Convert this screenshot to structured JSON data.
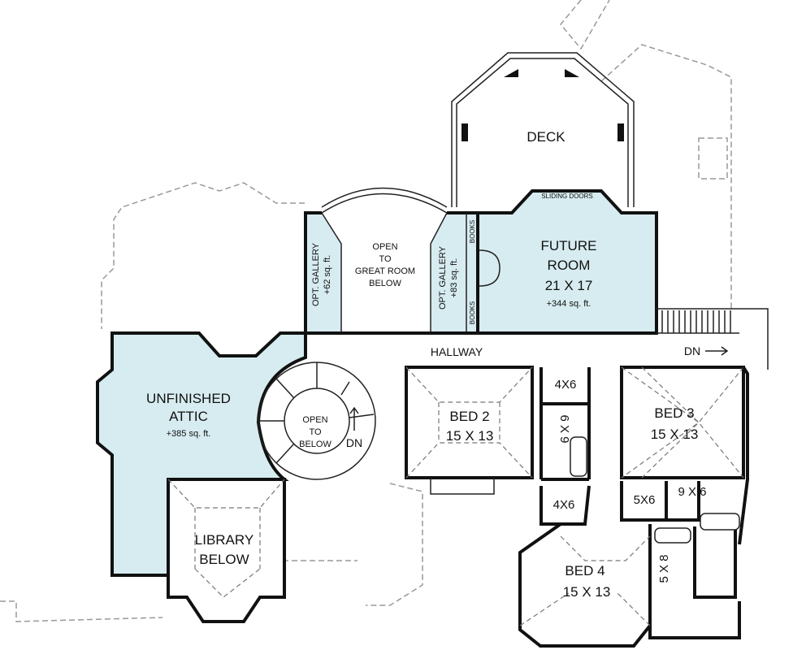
{
  "colors": {
    "future_space": "#d7ecf0",
    "wall": "#111111"
  },
  "rooms": {
    "deck": {
      "name": "DECK"
    },
    "sliding_doors": {
      "name": "SLIDING DOORS"
    },
    "future_room": {
      "line1": "FUTURE",
      "line2": "ROOM",
      "size": "21 X 17",
      "area": "+344 sq. ft."
    },
    "gallery_left": {
      "name": "OPT. GALLERY",
      "area": "+62 sq. ft."
    },
    "gallery_right": {
      "name": "OPT. GALLERY",
      "area": "+83 sq. ft."
    },
    "open_great_room": {
      "line1": "OPEN",
      "line2": "TO",
      "line3": "GREAT ROOM",
      "line4": "BELOW"
    },
    "books_top": {
      "name": "BOOKS"
    },
    "books_bottom": {
      "name": "BOOKS"
    },
    "hallway": {
      "name": "HALLWAY"
    },
    "dn_hall": {
      "name": "DN"
    },
    "attic": {
      "line1": "UNFINISHED",
      "line2": "ATTIC",
      "area": "+385 sq. ft."
    },
    "stair_open": {
      "line1": "OPEN",
      "line2": "TO",
      "line3": "BELOW"
    },
    "dn_stair": {
      "name": "DN"
    },
    "bed2": {
      "name": "BED 2",
      "size": "15 X 13"
    },
    "bed3": {
      "name": "BED 3",
      "size": "15 X 13"
    },
    "bed4": {
      "name": "BED 4",
      "size": "15 X 13"
    },
    "library": {
      "line1": "LIBRARY",
      "line2": "BELOW"
    },
    "closet_4x6_top": {
      "size": "4X6"
    },
    "bath_6x9": {
      "size": "6 X 9"
    },
    "closet_4x6_bottom": {
      "size": "4X6"
    },
    "closet_5x6": {
      "size": "5X6"
    },
    "bath_9x6": {
      "size": "9 X 6"
    },
    "bath_5x8": {
      "size": "5 X 8"
    }
  }
}
